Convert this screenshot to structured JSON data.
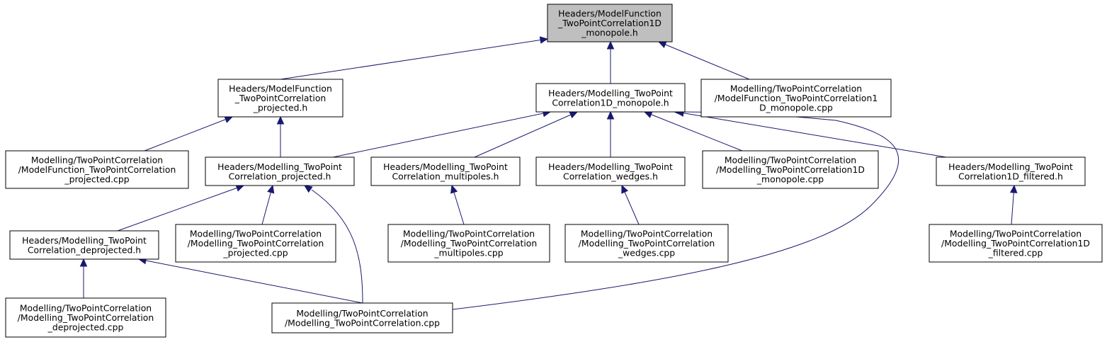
{
  "nodes": {
    "root": {
      "lines": [
        "Headers/ModelFunction",
        "_TwoPointCorrelation1D",
        "_monopole.h"
      ],
      "highlight": true
    },
    "mf_proj_h": {
      "lines": [
        "Headers/ModelFunction",
        "_TwoPointCorrelation",
        "_projected.h"
      ]
    },
    "mono_h": {
      "lines": [
        "Headers/Modelling_TwoPoint",
        "Correlation1D_monopole.h"
      ]
    },
    "mf_mono_cpp": {
      "lines": [
        "Modelling/TwoPointCorrelation",
        "/ModelFunction_TwoPointCorrelation1",
        "D_monopole.cpp"
      ]
    },
    "mf_proj_cpp": {
      "lines": [
        "Modelling/TwoPointCorrelation",
        "/ModelFunction_TwoPointCorrelation",
        "_projected.cpp"
      ]
    },
    "proj_h": {
      "lines": [
        "Headers/Modelling_TwoPoint",
        "Correlation_projected.h"
      ]
    },
    "multi_h": {
      "lines": [
        "Headers/Modelling_TwoPoint",
        "Correlation_multipoles.h"
      ]
    },
    "wedges_h": {
      "lines": [
        "Headers/Modelling_TwoPoint",
        "Correlation_wedges.h"
      ]
    },
    "mono_cpp": {
      "lines": [
        "Modelling/TwoPointCorrelation",
        "/Modelling_TwoPointCorrelation1D",
        "_monopole.cpp"
      ]
    },
    "filt_h": {
      "lines": [
        "Headers/Modelling_TwoPoint",
        "Correlation1D_filtered.h"
      ]
    },
    "deproj_h": {
      "lines": [
        "Headers/Modelling_TwoPoint",
        "Correlation_deprojected.h"
      ]
    },
    "proj_cpp": {
      "lines": [
        "Modelling/TwoPointCorrelation",
        "/Modelling_TwoPointCorrelation",
        "_projected.cpp"
      ]
    },
    "multi_cpp": {
      "lines": [
        "Modelling/TwoPointCorrelation",
        "/Modelling_TwoPointCorrelation",
        "_multipoles.cpp"
      ]
    },
    "wedges_cpp": {
      "lines": [
        "Modelling/TwoPointCorrelation",
        "/Modelling_TwoPointCorrelation",
        "_wedges.cpp"
      ]
    },
    "filt_cpp": {
      "lines": [
        "Modelling/TwoPointCorrelation",
        "/Modelling_TwoPointCorrelation1D",
        "_filtered.cpp"
      ]
    },
    "deproj_cpp": {
      "lines": [
        "Modelling/TwoPointCorrelation",
        "/Modelling_TwoPointCorrelation",
        "_deprojected.cpp"
      ]
    },
    "tpc_cpp": {
      "lines": [
        "Modelling/TwoPointCorrelation",
        "/Modelling_TwoPointCorrelation.cpp"
      ]
    }
  },
  "edges": [
    [
      "mf_proj_h",
      "root"
    ],
    [
      "mono_h",
      "root"
    ],
    [
      "mf_mono_cpp",
      "root"
    ],
    [
      "mf_proj_cpp",
      "mf_proj_h"
    ],
    [
      "proj_h",
      "mf_proj_h"
    ],
    [
      "proj_h",
      "mono_h"
    ],
    [
      "multi_h",
      "mono_h"
    ],
    [
      "wedges_h",
      "mono_h"
    ],
    [
      "mono_cpp",
      "mono_h"
    ],
    [
      "filt_h",
      "mono_h"
    ],
    [
      "tpc_cpp",
      "mono_h"
    ],
    [
      "deproj_h",
      "proj_h"
    ],
    [
      "proj_cpp",
      "proj_h"
    ],
    [
      "tpc_cpp",
      "proj_h"
    ],
    [
      "multi_cpp",
      "multi_h"
    ],
    [
      "wedges_cpp",
      "wedges_h"
    ],
    [
      "filt_cpp",
      "filt_h"
    ],
    [
      "deproj_cpp",
      "deproj_h"
    ],
    [
      "tpc_cpp",
      "deproj_h"
    ]
  ],
  "colors": {
    "edge": "#191970",
    "root_fill": "#bfbfbf",
    "node_fill": "#ffffff",
    "node_border": "#000000"
  }
}
